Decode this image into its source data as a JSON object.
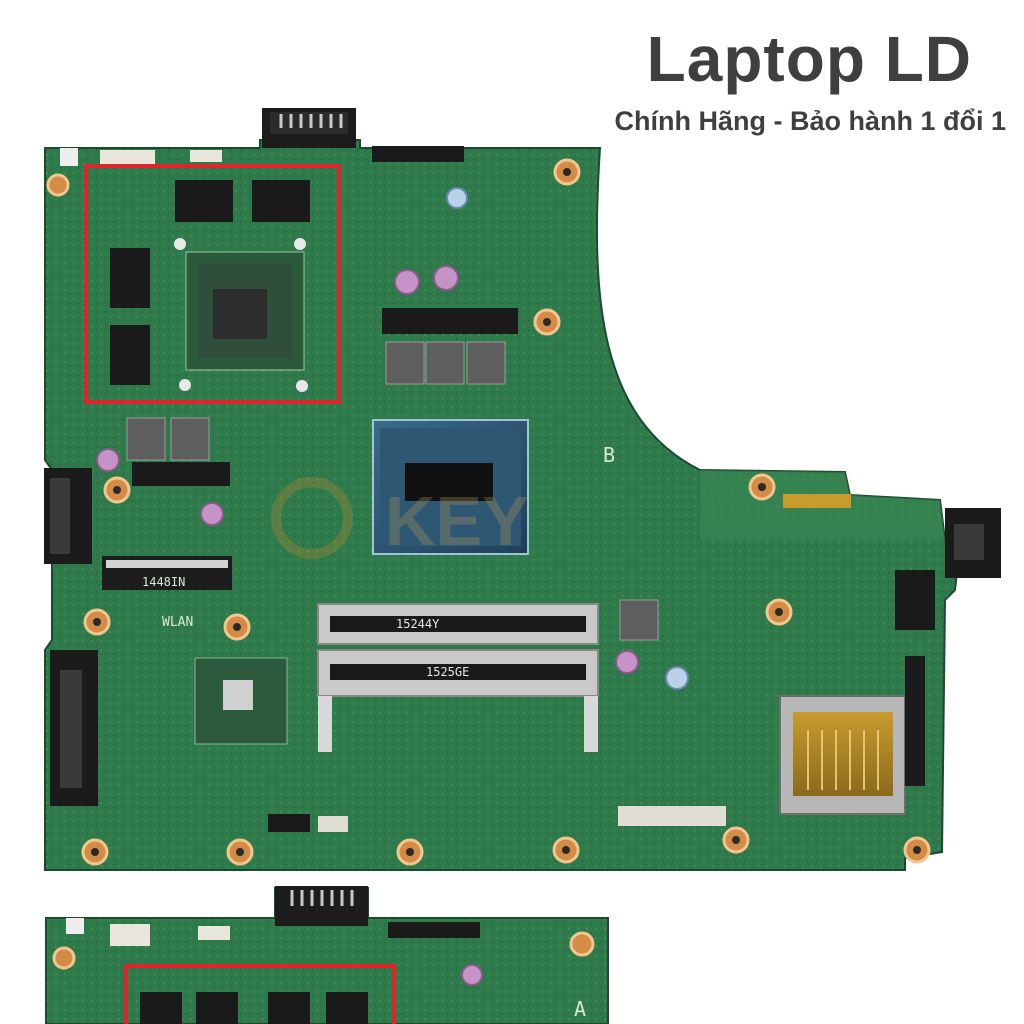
{
  "header": {
    "title": "Laptop LD",
    "subtitle": "Chính Hãng - Bảo hành 1 đổi 1"
  },
  "board_labels": {
    "wlan": "WLAN",
    "mark_b": "B",
    "mark_a": "A",
    "ssd_slot": "1448IN",
    "dimm_top": "15244Y",
    "dimm_bottom": "1525GE",
    "watermark": "KEY"
  },
  "colors": {
    "pcb": "#2f7a4a",
    "pcb_dark": "#245f3a",
    "highlight_box": "#e3232c",
    "title": "#3f3f3f"
  }
}
